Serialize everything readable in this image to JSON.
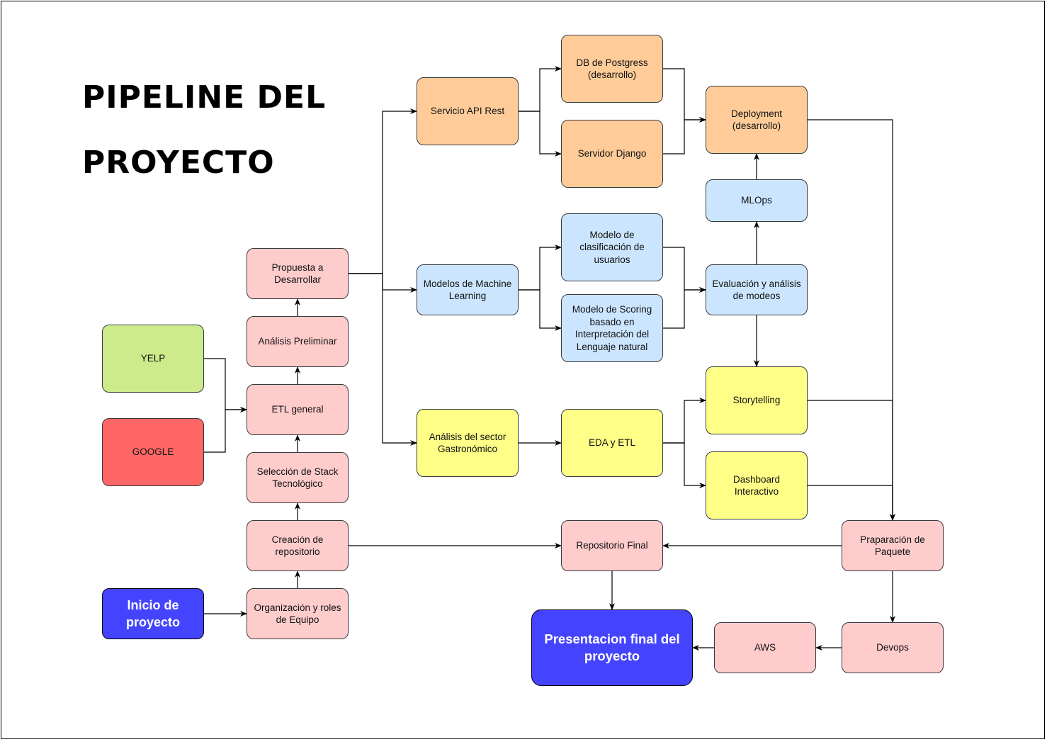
{
  "title": {
    "line1": "PIPELINE DEL",
    "line2": "PROYECTO"
  },
  "colors": {
    "pink": "#ffcccc",
    "orange": "#ffcc99",
    "blue": "#cce5ff",
    "yellow": "#ffff88",
    "green": "#cdeb8b",
    "red": "#ff6666",
    "navy": "#4444ff",
    "stroke": "#36393d"
  },
  "nodes": {
    "yelp": "YELP",
    "google": "GOOGLE",
    "inicio": "Inicio de\nproyecto",
    "organizacion": "Organización y roles\nde Equipo",
    "creacion_repo": "Creación de\nrepositorio",
    "seleccion_stack": "Selección de Stack\nTecnológico",
    "etl_general": "ETL general",
    "analisis_preliminar": "Análisis Preliminar",
    "propuesta": "Propuesta a\nDesarrollar",
    "servicio_api": "Servicio API Rest",
    "modelos_ml": "Modelos de Machine\nLearning",
    "analisis_sector": "Análisis del sector\nGastronómico",
    "db_postgress": "DB de Postgress\n(desarrollo)",
    "servidor_django": "Servidor Django",
    "modelo_clasificacion": "Modelo de\nclasificación de\nusuarios",
    "modelo_scoring": "Modelo de Scoring\nbasado en\nInterpretación del\nLenguaje natural",
    "eda_etl": "EDA y ETL",
    "deployment": "Deployment\n(desarrollo)",
    "mlops": "MLOps",
    "evaluacion": "Evaluación y análisis\nde modeos",
    "storytelling": "Storytelling",
    "dashboard": "Dashboard\nInteractivo",
    "repositorio_final": "Repositorio Final",
    "preparacion_paquete": "Praparación de\nPaquete",
    "devops": "Devops",
    "aws": "AWS",
    "presentacion_final": "Presentacion final del\nproyecto"
  },
  "edges": [
    [
      "yelp",
      "etl_general"
    ],
    [
      "google",
      "etl_general"
    ],
    [
      "inicio",
      "organizacion"
    ],
    [
      "organizacion",
      "creacion_repo"
    ],
    [
      "creacion_repo",
      "seleccion_stack"
    ],
    [
      "seleccion_stack",
      "etl_general"
    ],
    [
      "etl_general",
      "analisis_preliminar"
    ],
    [
      "analisis_preliminar",
      "propuesta"
    ],
    [
      "propuesta",
      "servicio_api"
    ],
    [
      "propuesta",
      "modelos_ml"
    ],
    [
      "propuesta",
      "analisis_sector"
    ],
    [
      "servicio_api",
      "db_postgress"
    ],
    [
      "servicio_api",
      "servidor_django"
    ],
    [
      "modelos_ml",
      "modelo_clasificacion"
    ],
    [
      "modelos_ml",
      "modelo_scoring"
    ],
    [
      "analisis_sector",
      "eda_etl"
    ],
    [
      "db_postgress",
      "deployment"
    ],
    [
      "servidor_django",
      "deployment"
    ],
    [
      "modelo_clasificacion",
      "evaluacion"
    ],
    [
      "modelo_scoring",
      "evaluacion"
    ],
    [
      "evaluacion",
      "mlops"
    ],
    [
      "mlops",
      "deployment"
    ],
    [
      "evaluacion",
      "storytelling"
    ],
    [
      "eda_etl",
      "storytelling"
    ],
    [
      "eda_etl",
      "dashboard"
    ],
    [
      "deployment",
      "preparacion_paquete"
    ],
    [
      "storytelling",
      "preparacion_paquete"
    ],
    [
      "dashboard",
      "preparacion_paquete"
    ],
    [
      "creacion_repo",
      "repositorio_final"
    ],
    [
      "preparacion_paquete",
      "repositorio_final"
    ],
    [
      "preparacion_paquete",
      "devops"
    ],
    [
      "devops",
      "aws"
    ],
    [
      "aws",
      "presentacion_final"
    ],
    [
      "repositorio_final",
      "presentacion_final"
    ]
  ]
}
